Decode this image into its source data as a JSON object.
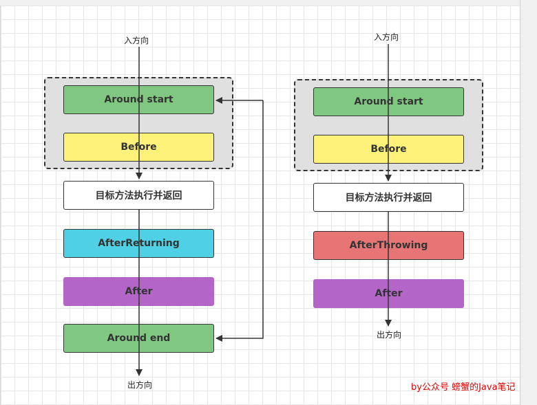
{
  "left": {
    "in_label": "入方向",
    "out_label": "出方向",
    "around_start": "Around start",
    "before": "Before",
    "target": "目标方法执行并返回",
    "after_returning": "AfterReturning",
    "after": "After",
    "around_end": "Around end"
  },
  "right": {
    "in_label": "入方向",
    "out_label": "出方向",
    "around_start": "Around start",
    "before": "Before",
    "target": "目标方法执行并返回",
    "after_throwing": "AfterThrowing",
    "after": "After"
  },
  "watermark": "by公众号  螃蟹的Java笔记",
  "colors": {
    "around": "#80c882",
    "before": "#fff27a",
    "target": "#ffffff",
    "after_returning": "#4fd0e4",
    "after_throwing": "#e87575",
    "after": "#b366c8",
    "group_fill": "#e0e0e0",
    "watermark": "#e60000"
  }
}
